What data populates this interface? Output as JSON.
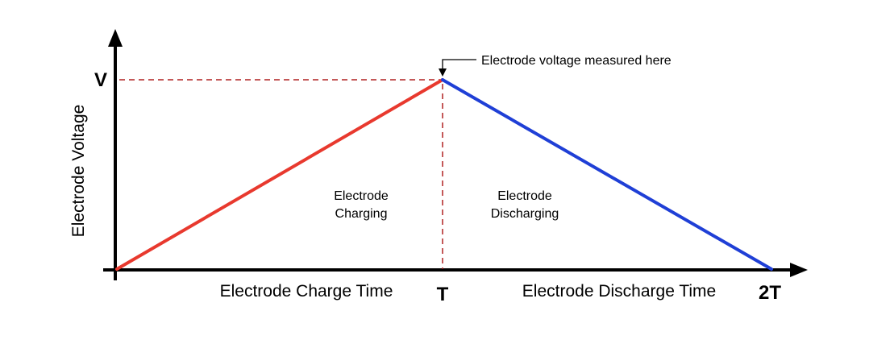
{
  "diagram": {
    "y_axis_label": "Electrode Voltage",
    "x_tick_V": "V",
    "x_tick_T": "T",
    "x_tick_2T": "2T",
    "charge_time_label": "Electrode Charge Time",
    "discharge_time_label": "Electrode Discharge Time",
    "charging_label_line1": "Electrode",
    "charging_label_line2": "Charging",
    "discharging_label_line1": "Electrode",
    "discharging_label_line2": "Discharging",
    "measurement_annotation": "Electrode voltage measured here"
  },
  "colors": {
    "charge_line": "#e8392e",
    "discharge_line": "#1f3fd6",
    "guide_line": "#b02020",
    "axis": "#000000"
  }
}
